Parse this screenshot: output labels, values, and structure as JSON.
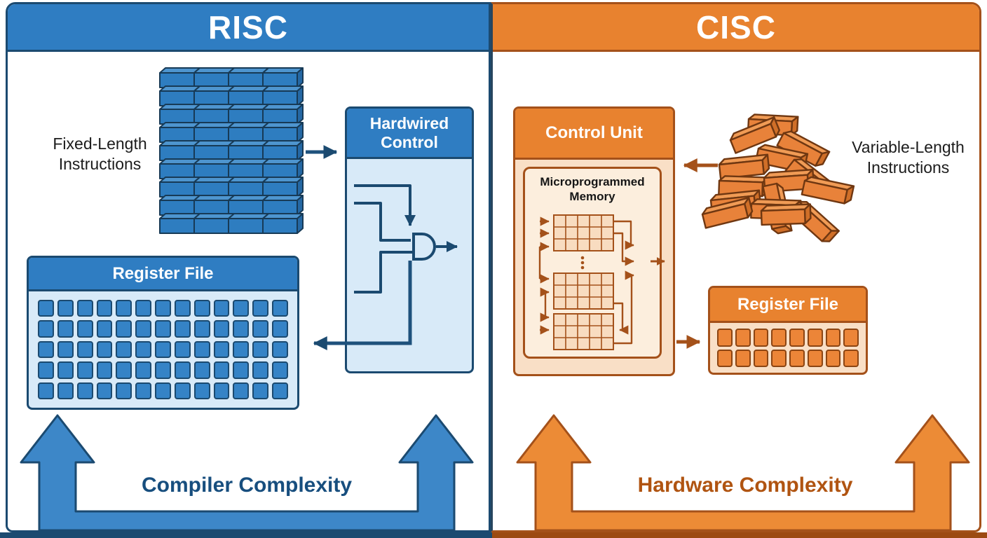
{
  "risc": {
    "title": "RISC",
    "instructions_label_line1": "Fixed-Length",
    "instructions_label_line2": "Instructions",
    "control_box_title": "Hardwired Control",
    "register_file_title": "Register File",
    "register_grid": {
      "cols": 13,
      "rows": 5
    },
    "brick_stack": {
      "rows": 9,
      "cols": 4
    },
    "complexity_label": "Compiler Complexity"
  },
  "cisc": {
    "title": "CISC",
    "control_box_title": "Control Unit",
    "memory_box_title": "Microprogrammed Memory",
    "instructions_label_line1": "Variable-Length",
    "instructions_label_line2": "Instructions",
    "register_file_title": "Register File",
    "register_grid": {
      "cols": 8,
      "rows": 2
    },
    "complexity_label": "Hardware Complexity"
  },
  "colors": {
    "risc_primary": "#2F7DC2",
    "risc_light": "#D8EAF8",
    "risc_dark": "#1B4A70",
    "risc_text": "#174E7E",
    "cisc_primary": "#E8822F",
    "cisc_light": "#F9DFC6",
    "cisc_dark": "#A4511A",
    "cisc_text": "#B05411",
    "label_text": "#1C1C1C"
  }
}
